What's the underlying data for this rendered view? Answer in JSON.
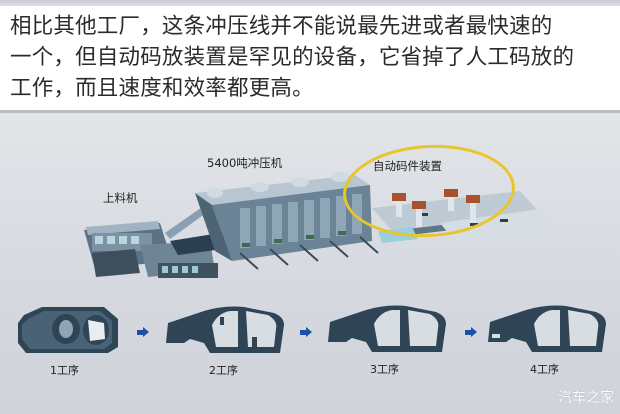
{
  "caption": {
    "lines": [
      "相比其他工厂，这条冲压线并不能说最先进或者最快速的",
      "一个，但自动码放装置是罕见的设备，它省掉了人工码放的",
      "工作，而且速度和效率都更高。"
    ]
  },
  "slide": {
    "labels": {
      "feeder": "上料机",
      "press": "5400吨冲压机",
      "stacker": "自动码件装置"
    },
    "highlight_color": "#e8c62a",
    "arrow_color": "#1e4fa8",
    "steps": [
      {
        "label": "1工序"
      },
      {
        "label": "2工序"
      },
      {
        "label": "3工序"
      },
      {
        "label": "4工序"
      }
    ]
  },
  "watermark": "汽车之家"
}
